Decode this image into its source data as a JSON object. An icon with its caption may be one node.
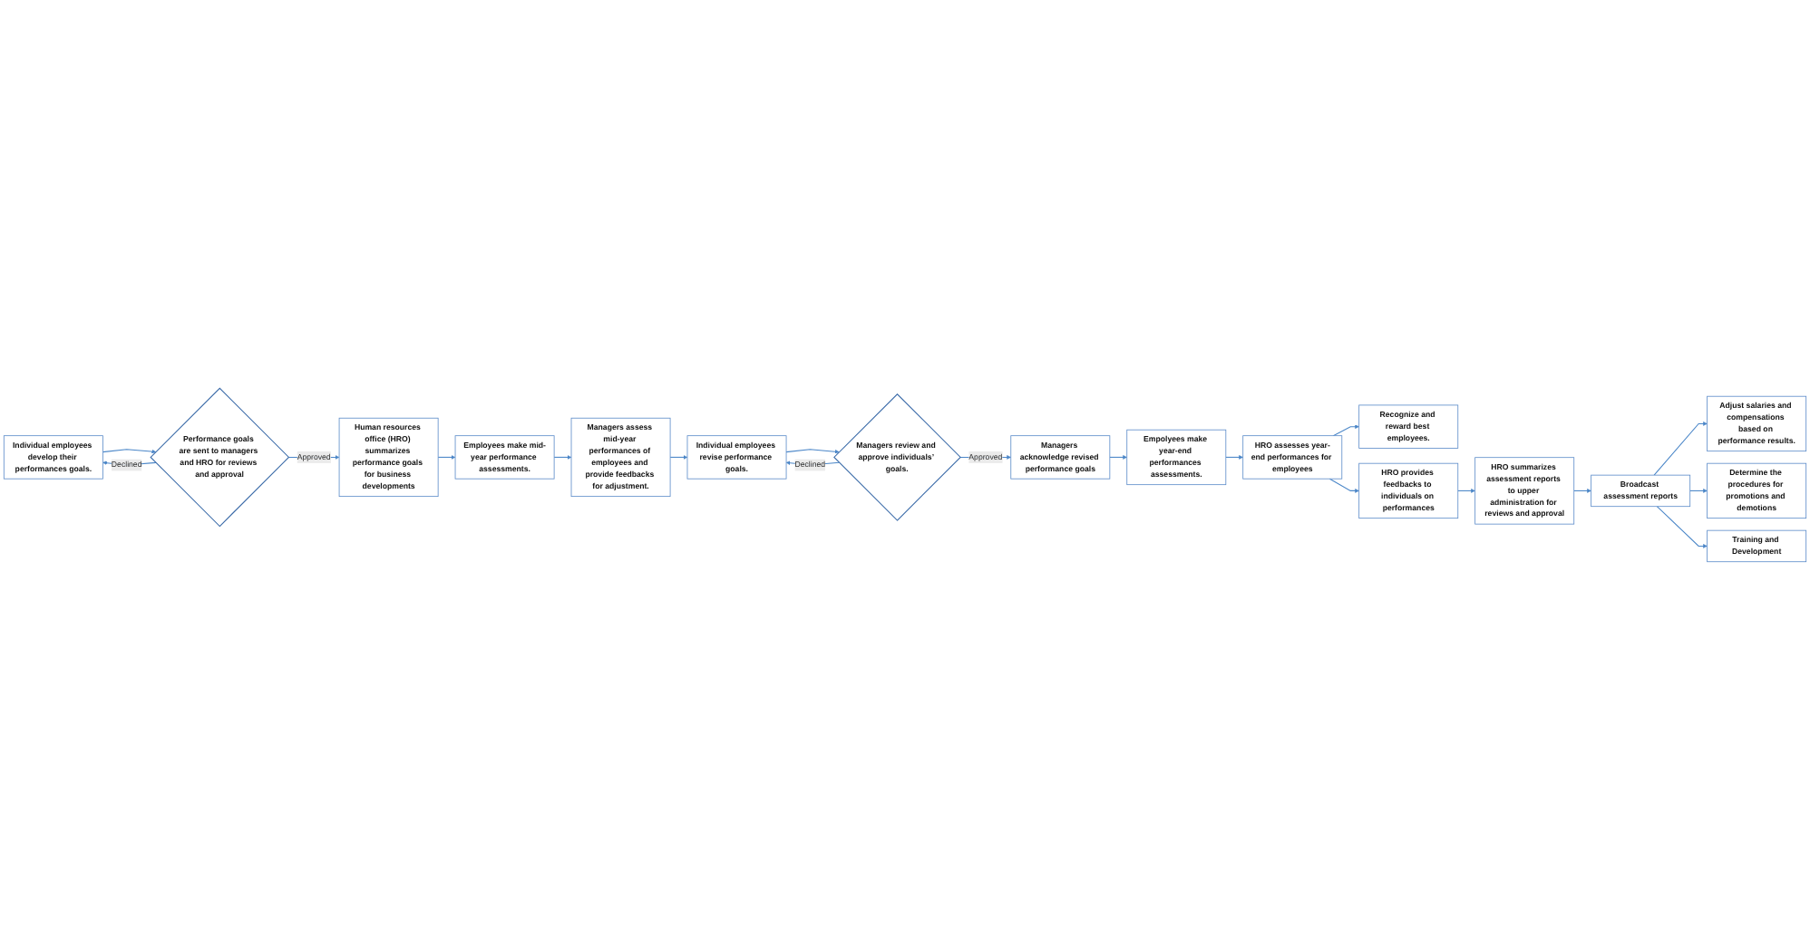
{
  "diagram": {
    "nodes": [
      {
        "text": [
          "Individual employees develop their performances goals."
        ]
      },
      {
        "text": [
          "Performance goals are sent to managers and HRO for reviews and approval"
        ]
      },
      {
        "text": [
          "Human resources office (HRO) summarizes performance goals for business developments"
        ]
      },
      {
        "text": [
          "Employees make mid-year performance assessments."
        ]
      },
      {
        "text": [
          "Managers assess mid-year performances of employees and provide feedbacks for adjustment."
        ]
      },
      {
        "text": [
          "Individual employees revise performance goals."
        ]
      },
      {
        "text": [
          "Managers review and approve individuals’ goals."
        ]
      },
      {
        "text": [
          "Managers acknowledge revised performance goals"
        ]
      },
      {
        "text": [
          "Empolyees make year-end performances assessments."
        ]
      },
      {
        "text": [
          "HRO assesses year-end performances for employees"
        ]
      },
      {
        "text": [
          "Recognize and reward best employees."
        ]
      },
      {
        "text": [
          "HRO provides feedbacks to individuals on performances"
        ]
      },
      {
        "text": [
          "HRO summarizes assessment reports to upper administration for reviews and approval"
        ]
      },
      {
        "text": [
          "Broadcast assessment reports"
        ]
      },
      {
        "text": [
          "Adjust salaries and compensations based on performance results."
        ]
      },
      {
        "text": [
          "Determine the procedures for promotions and demotions"
        ]
      },
      {
        "text": [
          "Training and Development"
        ]
      }
    ],
    "edges": [
      {
        "from": 0,
        "to": 1,
        "arrow": "to"
      },
      {
        "from": 1,
        "to": 0,
        "arrow": "to",
        "label": "Declined"
      },
      {
        "from": 1,
        "to": 2,
        "arrow": "to",
        "label": "Approved"
      },
      {
        "from": 2,
        "to": 3,
        "arrow": "to"
      },
      {
        "from": 3,
        "to": 4,
        "arrow": "to"
      },
      {
        "from": 4,
        "to": 5,
        "arrow": "to"
      },
      {
        "from": 5,
        "to": 6,
        "arrow": "to"
      },
      {
        "from": 6,
        "to": 5,
        "arrow": "to",
        "label": "Declined"
      },
      {
        "from": 6,
        "to": 7,
        "arrow": "to",
        "label": "Approved"
      },
      {
        "from": 7,
        "to": 8,
        "arrow": "to"
      },
      {
        "from": 8,
        "to": 9,
        "arrow": "to"
      },
      {
        "from": 9,
        "to": 10,
        "arrow": "to"
      },
      {
        "from": 9,
        "to": 11,
        "arrow": "to"
      },
      {
        "from": 11,
        "to": 12,
        "arrow": "to"
      },
      {
        "from": 12,
        "to": 13,
        "arrow": "to"
      },
      {
        "from": 13,
        "to": 14,
        "arrow": "to"
      },
      {
        "from": 13,
        "to": 15,
        "arrow": "to"
      },
      {
        "from": 13,
        "to": 16,
        "arrow": "to"
      }
    ]
  }
}
